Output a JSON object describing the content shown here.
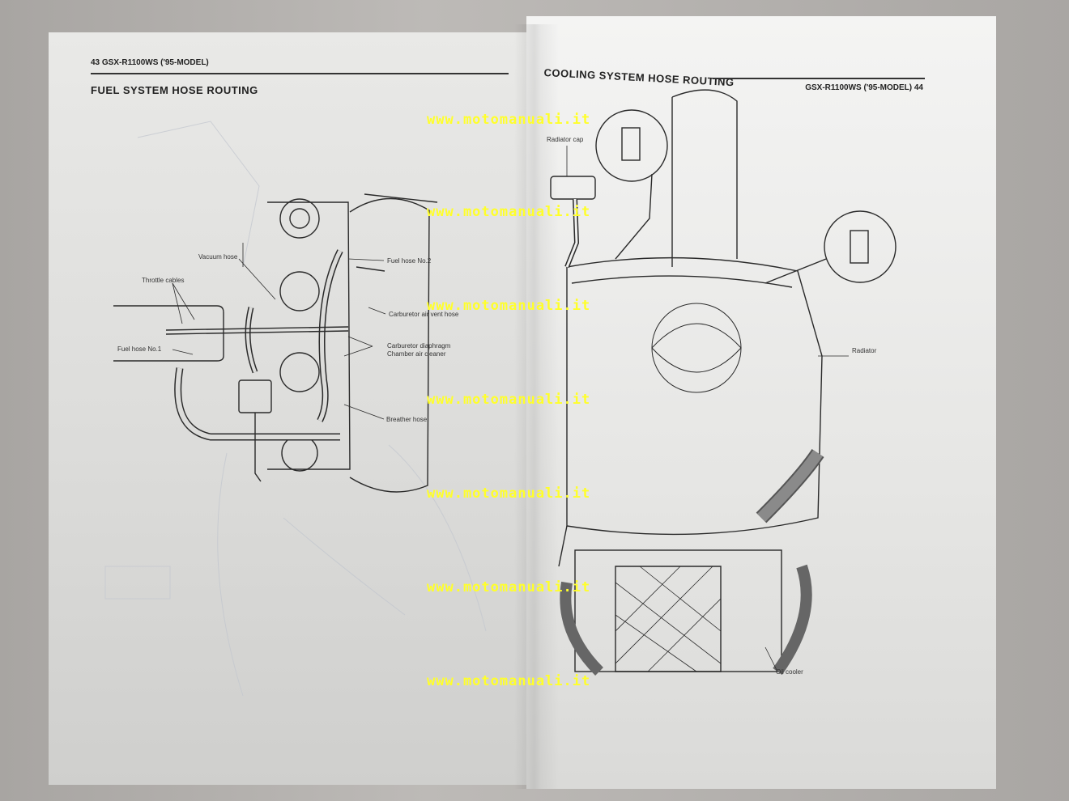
{
  "left_page": {
    "page_header": "43  GSX-R1100WS ('95-MODEL)",
    "title": "FUEL SYSTEM HOSE ROUTING",
    "labels": {
      "vacuum_hose": "Vacuum hose",
      "throttle_cables": "Throttle cables",
      "fuel_hose_1": "Fuel hose No.1",
      "fuel_hose_2": "Fuel hose No.2",
      "carb_vent": "Carburetor air vent hose",
      "carb_diaphragm": "Carburetor diaphragm",
      "chamber_cleaner": "Chamber air cleaner",
      "breather_hose": "Breather hose"
    }
  },
  "right_page": {
    "page_header": "GSX-R1100WS ('95-MODEL)  44",
    "title": "COOLING SYSTEM HOSE ROUTING",
    "labels": {
      "radiator_cap": "Radiator cap",
      "radiator": "Radiator",
      "oil_cooler": "Oil cooler"
    }
  },
  "watermark": "www.motomanuali.it",
  "watermark_color": "#ffff2a"
}
